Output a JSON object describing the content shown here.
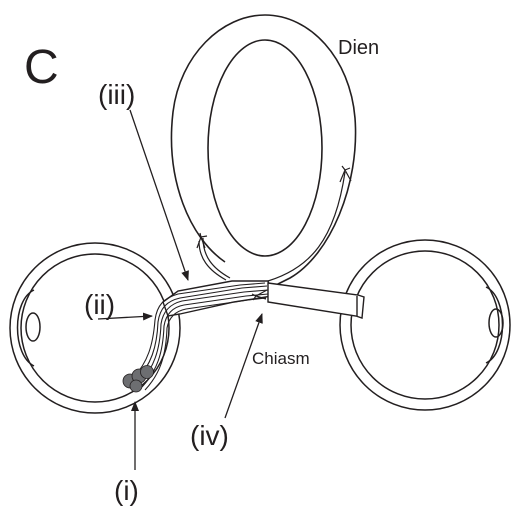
{
  "panel_letter": "C",
  "labels": {
    "dien": "Dien",
    "chiasm": "Chiasm",
    "i": "(i)",
    "ii": "(ii)",
    "iii": "(iii)",
    "iv": "(iv)"
  },
  "colors": {
    "stroke": "#231f20",
    "fill": "#ffffff",
    "cell": "#6d6e71"
  }
}
